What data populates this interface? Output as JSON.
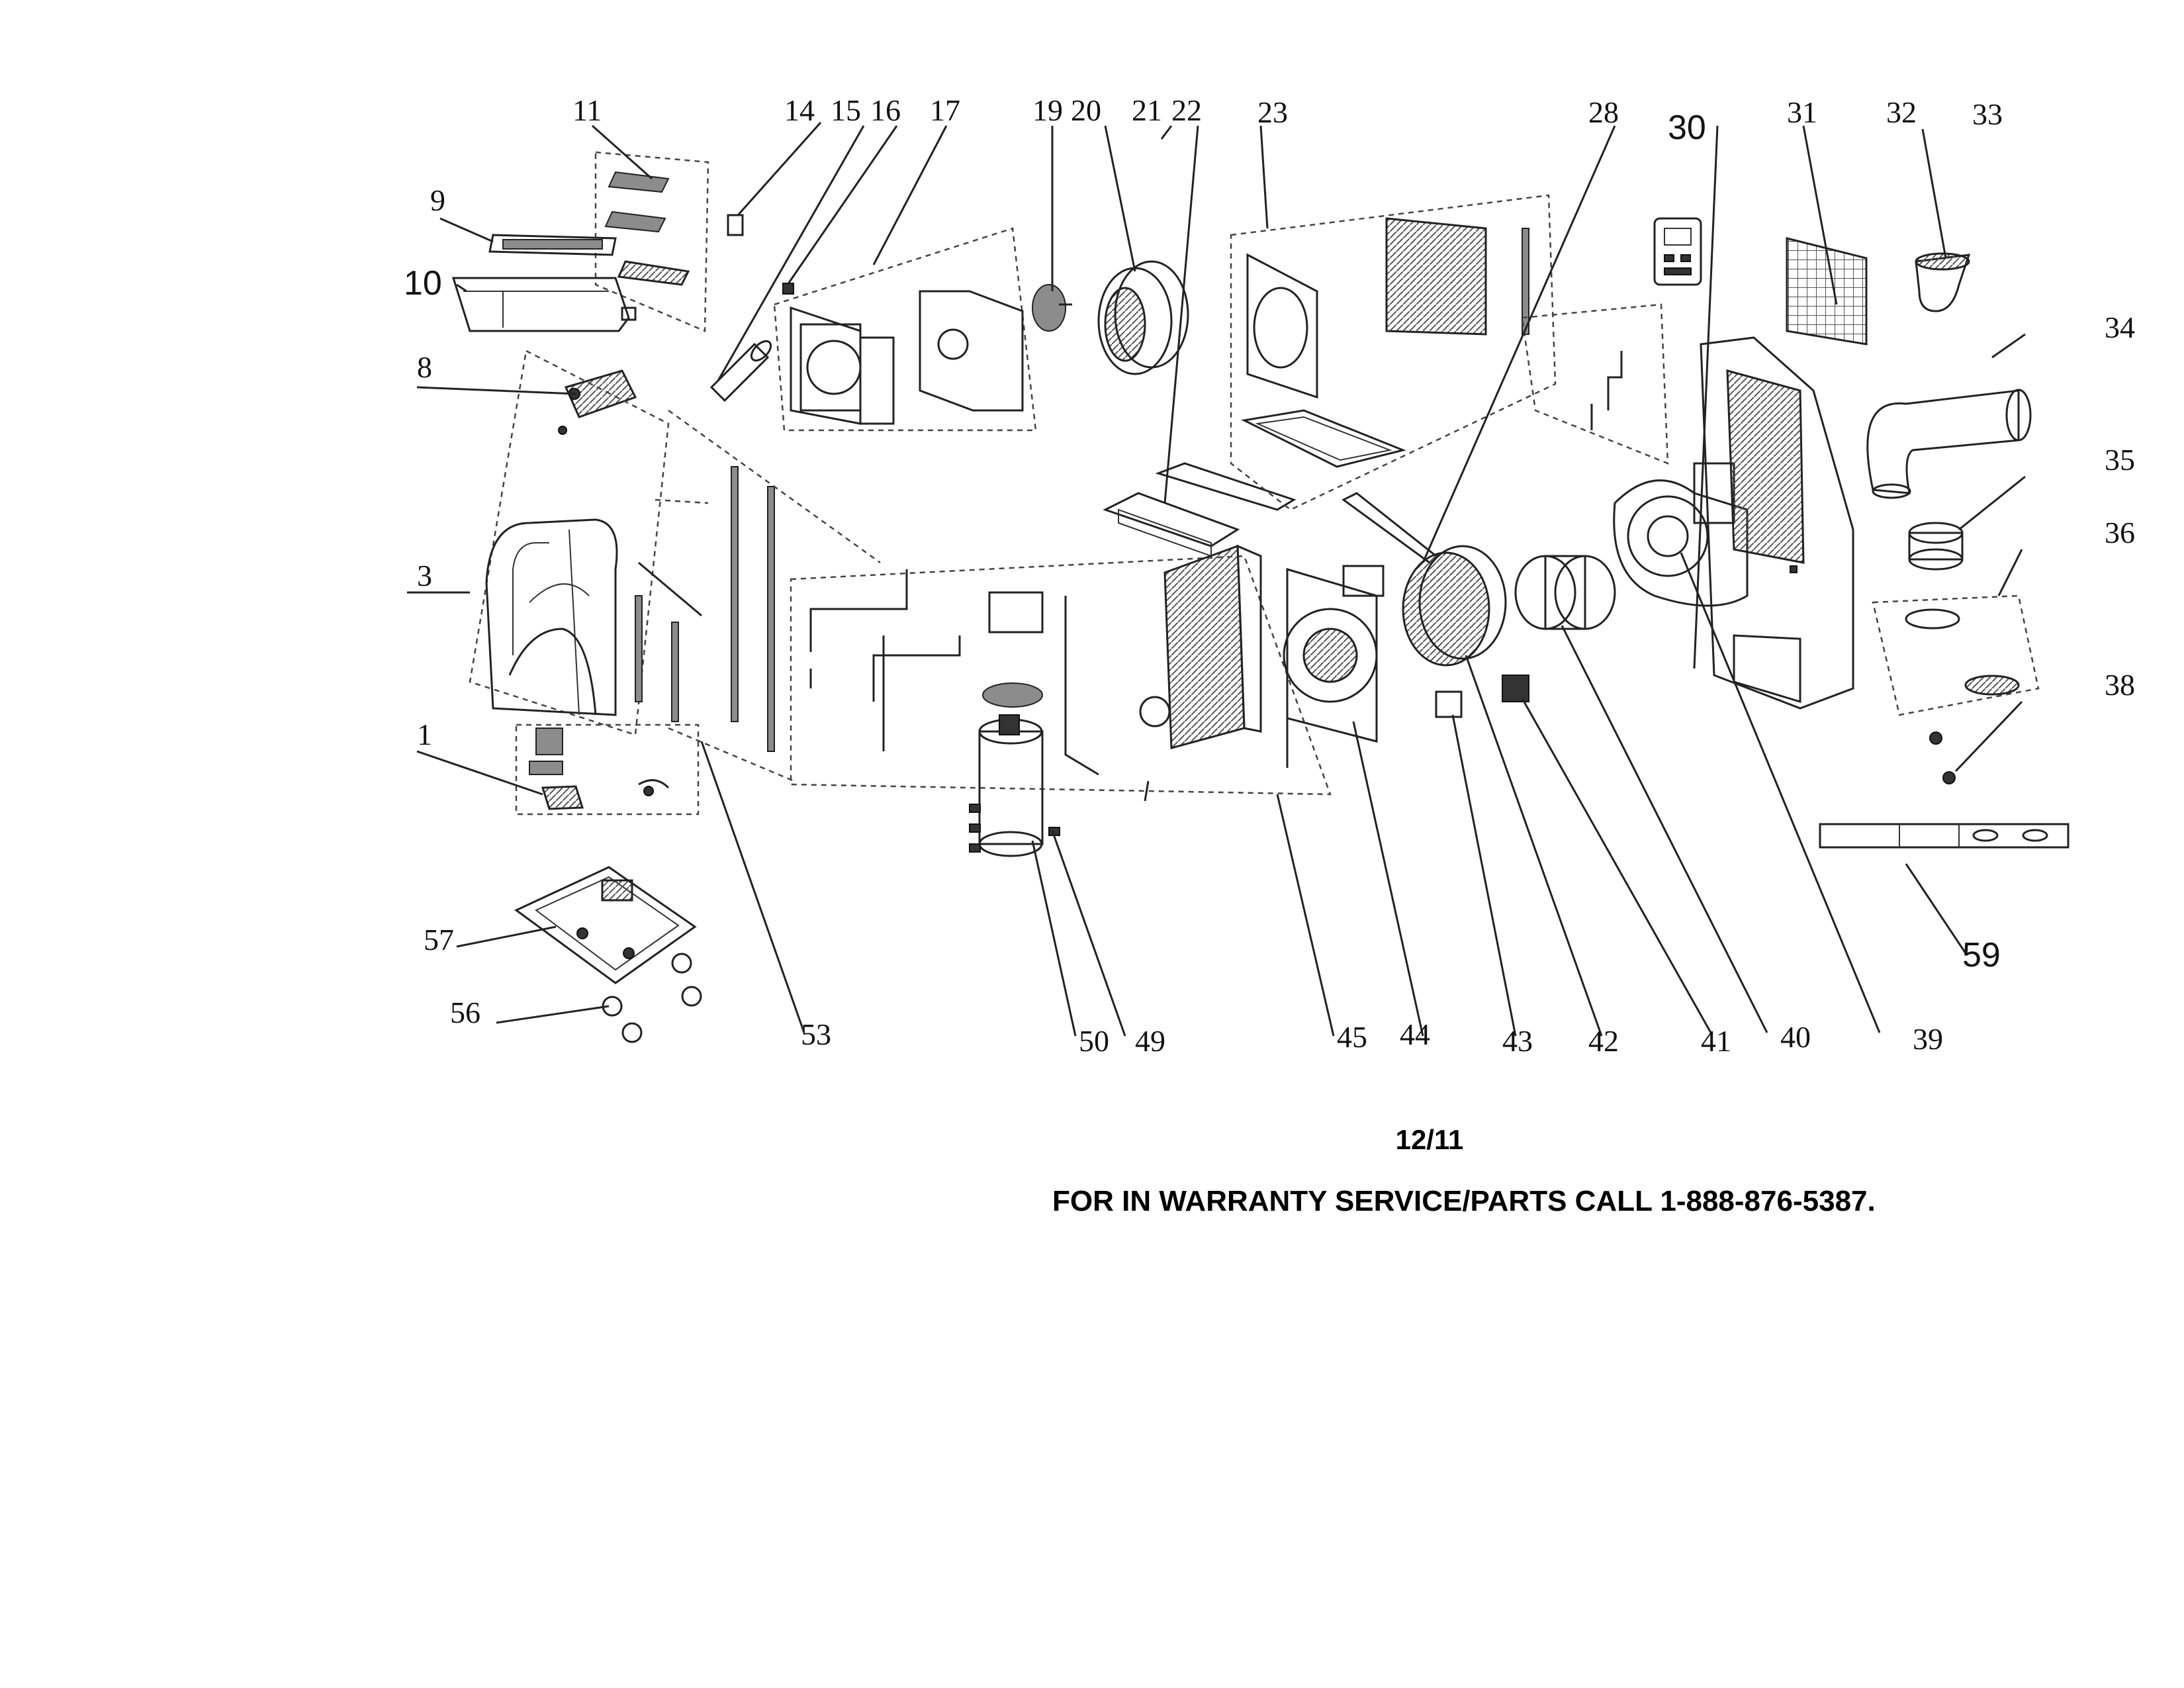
{
  "labels": {
    "p1": "1",
    "p3": "3",
    "p8": "8",
    "p9": "9",
    "p10": "10",
    "p11": "11",
    "p14": "14",
    "p15": "15",
    "p16": "16",
    "p17": "17",
    "p19": "19",
    "p20": "20",
    "p21": "21",
    "p22": "22",
    "p23": "23",
    "p28": "28",
    "p30": "30",
    "p31": "31",
    "p32": "32",
    "p33": "33",
    "p34": "34",
    "p35": "35",
    "p36": "36",
    "p38": "38",
    "p39": "39",
    "p40": "40",
    "p41": "41",
    "p42": "42",
    "p43": "43",
    "p44": "44",
    "p45": "45",
    "p49": "49",
    "p50": "50",
    "p53": "53",
    "p56": "56",
    "p57": "57",
    "p59": "59"
  },
  "footer": {
    "date_code": "12/11",
    "warranty_note": "FOR IN WARRANTY SERVICE/PARTS CALL 1-888-876-5387."
  }
}
